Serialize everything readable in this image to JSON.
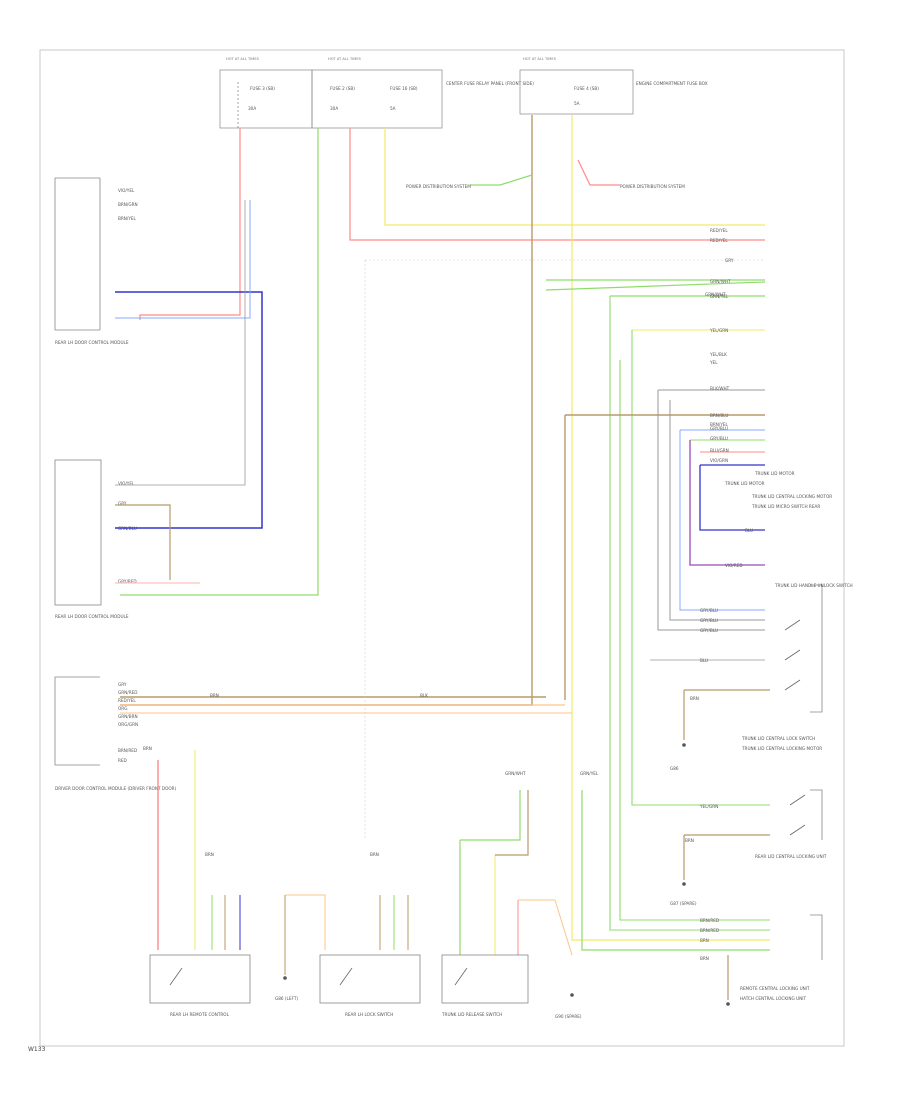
{
  "page": {
    "code": "W133"
  },
  "colors": {
    "red": "#ff8a8a",
    "blue": "#3333cc",
    "green": "#8fdc6a",
    "yellow": "#f2ea66",
    "brown": "#b89a6a",
    "orange": "#ffc48a",
    "gray": "#999999",
    "violet": "#9a4ab8",
    "pink": "#ffb0b0",
    "lightblue": "#8aa8ff",
    "black": "#333333"
  },
  "fuse_boxes": [
    {
      "header": "HOT AT ALL TIMES",
      "fuses": [
        {
          "name": "FUSE 3 (SB)",
          "rating": "30A"
        }
      ]
    },
    {
      "header": "HOT AT ALL TIMES",
      "fuses": [
        {
          "name": "FUSE 2 (SB)",
          "rating": "30A"
        },
        {
          "name": "FUSE 16 (SB)",
          "rating": "5A"
        }
      ],
      "note": "CENTER FUSE RELAY PANEL (FRONT SIDE)"
    },
    {
      "header": "HOT AT ALL TIMES",
      "fuses": [
        {
          "name": "FUSE 4 (SB)",
          "rating": "5A"
        }
      ],
      "note": "ENGINE COMPARTMENT FUSE BOX"
    }
  ],
  "modules": {
    "left_door": {
      "label": "REAR LH DOOR CONTROL MODULE",
      "pins": [
        "VIO/YEL",
        "BRN/GRN",
        "BRN/YEL"
      ]
    },
    "right_door": {
      "label": "REAR LH DOOR CONTROL MODULE",
      "pins": [
        "VIO/YEL",
        "GRY",
        "GRN/BLU",
        "GRY/RED"
      ]
    },
    "driver_door": {
      "label": "DRIVER DOOR CONTROL MODULE (DRIVER FRONT DOOR)",
      "pins": [
        "GRY",
        "GRN/RED",
        "RED/YEL",
        "ORG",
        "GRN/BRN",
        "ORG/GRN",
        "BRN/RED",
        "RED"
      ]
    }
  },
  "wire_labels": [
    "POWER DISTRIBUTION SYSTEM",
    "POWER DISTRIBUTION SYSTEM",
    "RED/YEL",
    "RED/YEL",
    "GRY",
    "GRN/WHT",
    "GRN/YEL",
    "YEL/GRN",
    "YEL/BLK",
    "YEL",
    "BLK/WHT",
    "BRN/BLU",
    "GRY/BLU",
    "GRY/BLU",
    "BLU/GRN",
    "VIO/GRN",
    "BLU",
    "VIO/RED",
    "TRUNK LID MOTOR",
    "BRN",
    "BLK",
    "GRY/BLU",
    "GRY/BLU",
    "GRY/BLU",
    "BLU",
    "BRN",
    "BRN/RED",
    "BRN/RED",
    "BRN",
    "BRN",
    "BRN",
    "YEL/GRN",
    "BRN",
    "GRN/WHT",
    "GRN/YEL",
    "BRN",
    "BRN",
    "GRN/WHT",
    "BRN/YEL"
  ],
  "components": [
    {
      "label": "TRUNK LID CENTRAL LOCKING MOTOR"
    },
    {
      "label": "TRUNK LID HANDLE UNLOCK SWITCH"
    },
    {
      "label": "TRUNK LID CENTRAL LOCK SWITCH"
    },
    {
      "label": "TRUNK LID MOTOR"
    },
    {
      "label": "REAR LID CENTRAL LOCKING UNIT"
    },
    {
      "label": "REMOTE CENTRAL LOCKING UNIT"
    },
    {
      "label": "TRUNK LID CENTRAL LOCKING MOTOR"
    },
    {
      "label": "TRUNK LID MICRO SWITCH REAR"
    },
    {
      "label": "HATCH CENTRAL LOCKING UNIT"
    }
  ],
  "grounds": [
    {
      "label": "G86 (LEFT)"
    },
    {
      "label": "G86"
    },
    {
      "label": "G87 (SPARE)"
    },
    {
      "label": "G90 (SPARE)"
    }
  ],
  "switches": [
    {
      "label": "REAR LH REMOTE CONTROL"
    },
    {
      "label": "REAR LH LOCK SWITCH"
    },
    {
      "label": "TRUNK LID RELEASE SWITCH"
    }
  ]
}
